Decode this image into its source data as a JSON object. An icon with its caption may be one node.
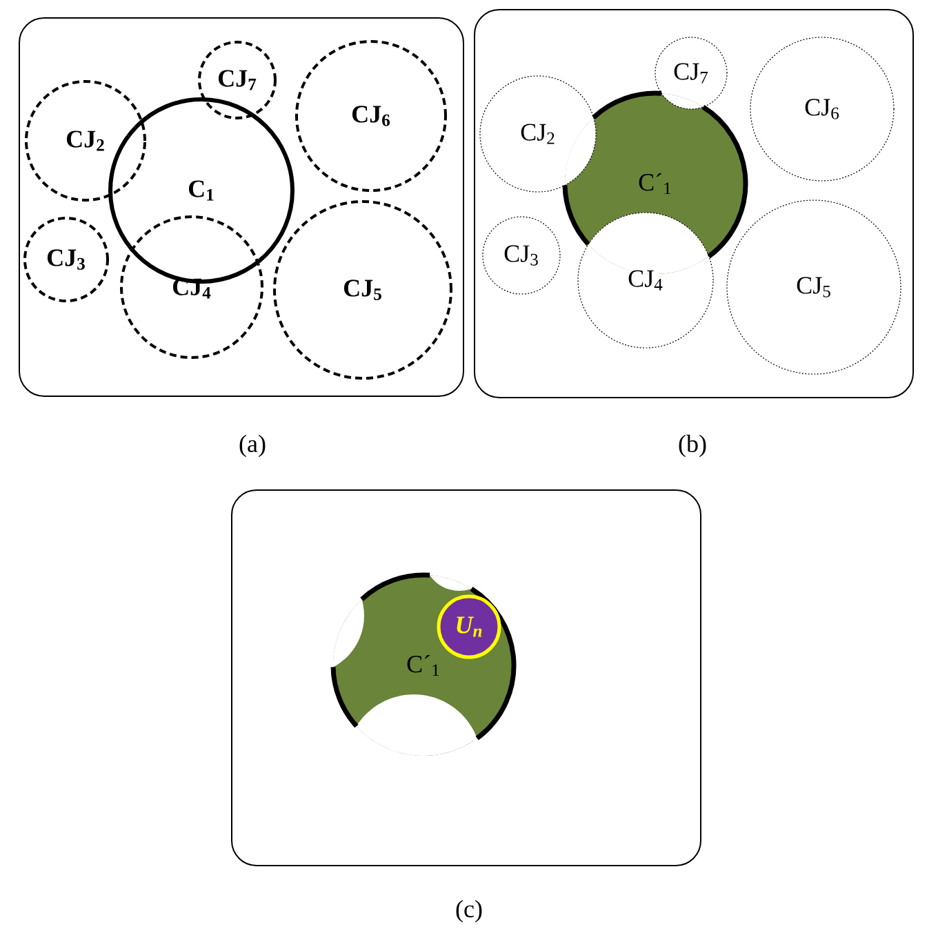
{
  "diagram": {
    "nodes": [
      {
        "text": [],
        "shape": "box"
      },
      {
        "text": [
          "C$_{1}$"
        ],
        "in": 0
      },
      {
        "text": [
          "CJ$_{2}$"
        ],
        "in": 0
      },
      {
        "text": [
          "CJ$_{3}$"
        ],
        "in": 0
      },
      {
        "text": [
          "CJ$_{4}$"
        ],
        "in": 0
      },
      {
        "text": [
          "CJ$_{5}$"
        ],
        "in": 0
      },
      {
        "text": [
          "CJ$_{6}$"
        ],
        "in": 0
      },
      {
        "text": [
          "CJ$_{7}$"
        ],
        "in": 0
      },
      {
        "text": [],
        "shape": "box"
      },
      {
        "text": [
          "C´$_{1}$"
        ],
        "in": 8
      },
      {
        "text": [
          "CJ$_{2}$"
        ],
        "in": 8
      },
      {
        "text": [
          "CJ$_{3}$"
        ],
        "in": 8
      },
      {
        "text": [
          "CJ$_{4}$"
        ],
        "in": 8
      },
      {
        "text": [
          "CJ$_{5}$"
        ],
        "in": 8
      },
      {
        "text": [
          "CJ$_{6}$"
        ],
        "in": 8
      },
      {
        "text": [
          "CJ$_{7}$"
        ],
        "in": 8
      },
      {
        "text": [],
        "shape": "box"
      },
      {
        "text": [
          "C´$_{1}$"
        ],
        "in": 16
      },
      {
        "text": [
          "U$_{n}$"
        ],
        "in": 17
      }
    ],
    "labels": [
      "(a)",
      "(b)",
      "(c)"
    ]
  }
}
